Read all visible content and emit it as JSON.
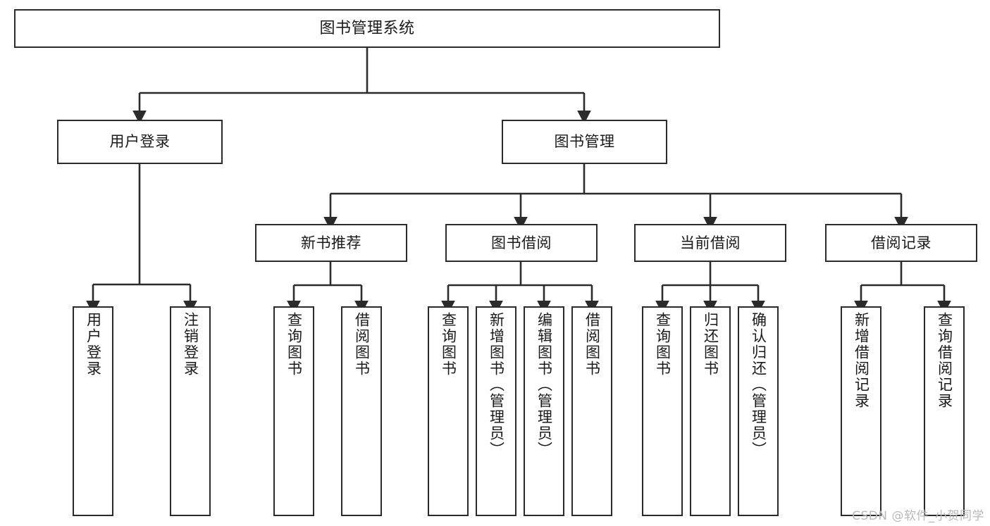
{
  "diagram": {
    "type": "tree-hierarchy-chart",
    "title": "图书管理系统",
    "colors": {
      "box_border": "#2b2b2b",
      "box_fill": "#ffffff",
      "edge": "#2b2b2b",
      "text": "#1a1a1a",
      "background": "#ffffff",
      "watermark": "#b9b9b9"
    },
    "nodes": {
      "root": {
        "label": "图书管理系统",
        "orientation": "horizontal"
      },
      "level2": [
        {
          "label": "用户登录",
          "orientation": "horizontal"
        },
        {
          "label": "图书管理",
          "orientation": "horizontal"
        }
      ],
      "level3": [
        {
          "label": "新书推荐",
          "orientation": "horizontal"
        },
        {
          "label": "图书借阅",
          "orientation": "horizontal"
        },
        {
          "label": "当前借阅",
          "orientation": "horizontal"
        },
        {
          "label": "借阅记录",
          "orientation": "horizontal"
        }
      ],
      "leaves_user_login": [
        {
          "label": "用户登录",
          "orientation": "vertical"
        },
        {
          "label": "注销登录",
          "orientation": "vertical"
        }
      ],
      "leaves_new_book": [
        {
          "label": "查询图书",
          "orientation": "vertical"
        },
        {
          "label": "借阅图书",
          "orientation": "vertical"
        }
      ],
      "leaves_borrow": [
        {
          "label": "查询图书",
          "orientation": "vertical"
        },
        {
          "label": "新增图书（管理员）",
          "orientation": "vertical"
        },
        {
          "label": "编辑图书（管理员）",
          "orientation": "vertical"
        },
        {
          "label": "借阅图书",
          "orientation": "vertical"
        }
      ],
      "leaves_current": [
        {
          "label": "查询图书",
          "orientation": "vertical"
        },
        {
          "label": "归还图书",
          "orientation": "vertical"
        },
        {
          "label": "确认归还（管理员）",
          "orientation": "vertical"
        }
      ],
      "leaves_records": [
        {
          "label": "新增借阅记录",
          "orientation": "vertical"
        },
        {
          "label": "查询借阅记录",
          "orientation": "vertical"
        }
      ]
    }
  },
  "watermark": {
    "text": "CSDN @软件_小贺同学"
  }
}
